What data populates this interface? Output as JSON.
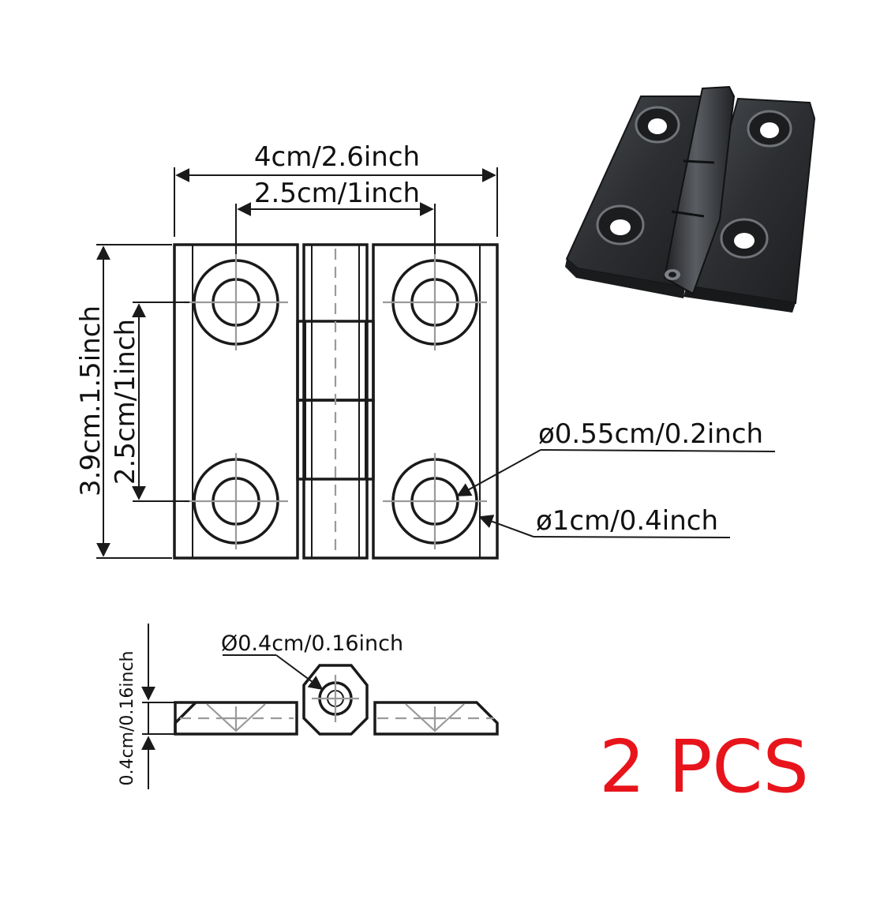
{
  "dimensions": {
    "overall_width": "4cm/2.6inch",
    "hole_spacing_horizontal": "2.5cm/1inch",
    "overall_height": "3.9cm.1.5inch",
    "hole_spacing_vertical": "2.5cm/1inch",
    "inner_hole_diameter": "ø0.55cm/0.2inch",
    "outer_hole_diameter": "ø1cm/0.4inch",
    "pin_diameter": "Ø0.4cm/0.16inch",
    "thickness": "0.4cm/0.16inch"
  },
  "quantity": {
    "label": "2 PCS",
    "color": "#e8141c"
  },
  "colors": {
    "line": "#1a1a1a",
    "centerline": "#9a9a9a",
    "product_body": "#2e3033"
  },
  "icons": {
    "product_photo": "black-door-hinge-photo"
  }
}
